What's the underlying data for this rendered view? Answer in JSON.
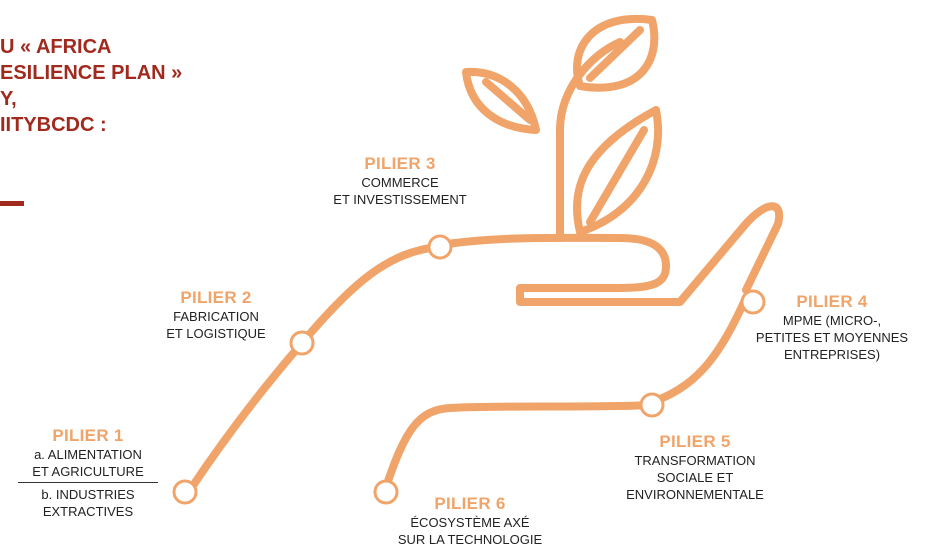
{
  "title": {
    "line1": "U « AFRICA",
    "line2": "ESILIENCE PLAN »",
    "line3": "Y,",
    "line4": "IITYBCDC :"
  },
  "colors": {
    "accent": "#a12a1e",
    "stroke": "#f0a46a",
    "text": "#222222"
  },
  "icons": [
    "plant-icon",
    "hand-icon"
  ],
  "pillars": [
    {
      "title": "PILIER 1",
      "line_a1": "a. ALIMENTATION",
      "line_a2": "ET AGRICULTURE",
      "line_b1": "b. INDUSTRIES",
      "line_b2": "EXTRACTIVES"
    },
    {
      "title": "PILIER 2",
      "line1": "FABRICATION",
      "line2": "ET LOGISTIQUE"
    },
    {
      "title": "PILIER 3",
      "line1": "COMMERCE",
      "line2": "ET INVESTISSEMENT"
    },
    {
      "title": "PILIER 4",
      "line1": "MPME (MICRO-,",
      "line2": "PETITES ET MOYENNES",
      "line3": "ENTREPRISES)"
    },
    {
      "title": "PILIER 5",
      "line1": "TRANSFORMATION",
      "line2": "SOCIALE ET",
      "line3": "ENVIRONNEMENTALE"
    },
    {
      "title": "PILIER 6",
      "line1": "ÉCOSYSTÈME AXÉ",
      "line2": "SUR LA TECHNOLOGIE"
    }
  ]
}
